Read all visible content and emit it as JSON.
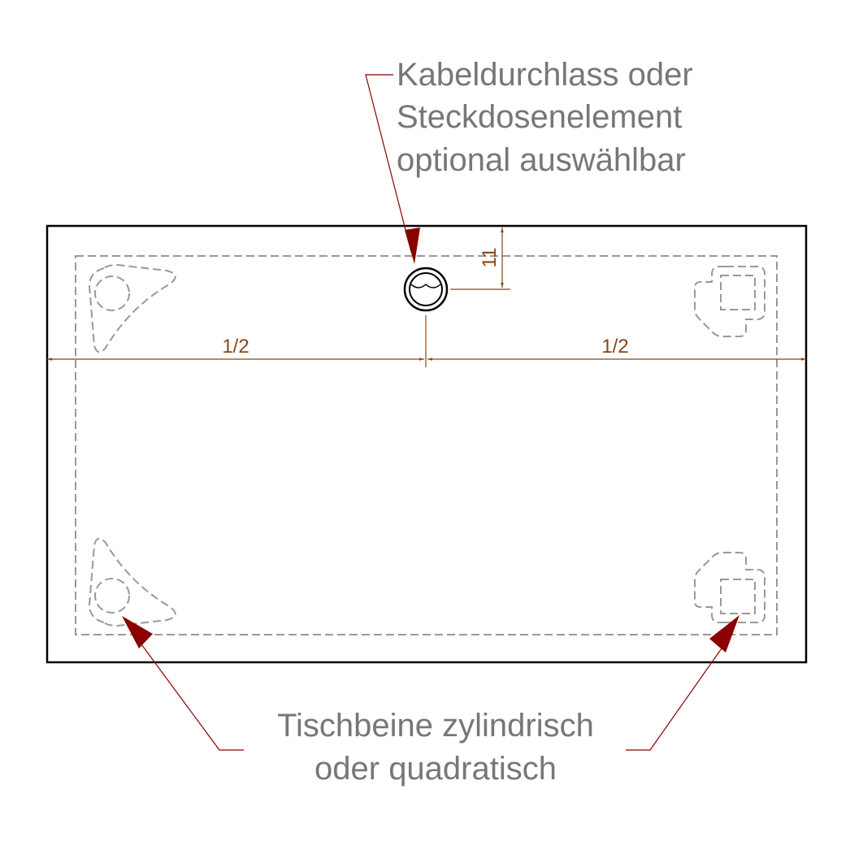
{
  "callout_top": {
    "line1": "Kabeldurchlass oder",
    "line2": "Steckdosenelement",
    "line3": "optional auswählbar"
  },
  "callout_bottom": {
    "line1": "Tischbeine zylindrisch",
    "line2": "oder quadratisch"
  },
  "dimensions": {
    "left_half": "1/2",
    "right_half": "1/2",
    "offset": "11"
  },
  "colors": {
    "outline": "#000000",
    "hidden_line": "#999999",
    "dimension": "#8B4513",
    "leader": "#8B0000",
    "label_text": "#777777"
  }
}
